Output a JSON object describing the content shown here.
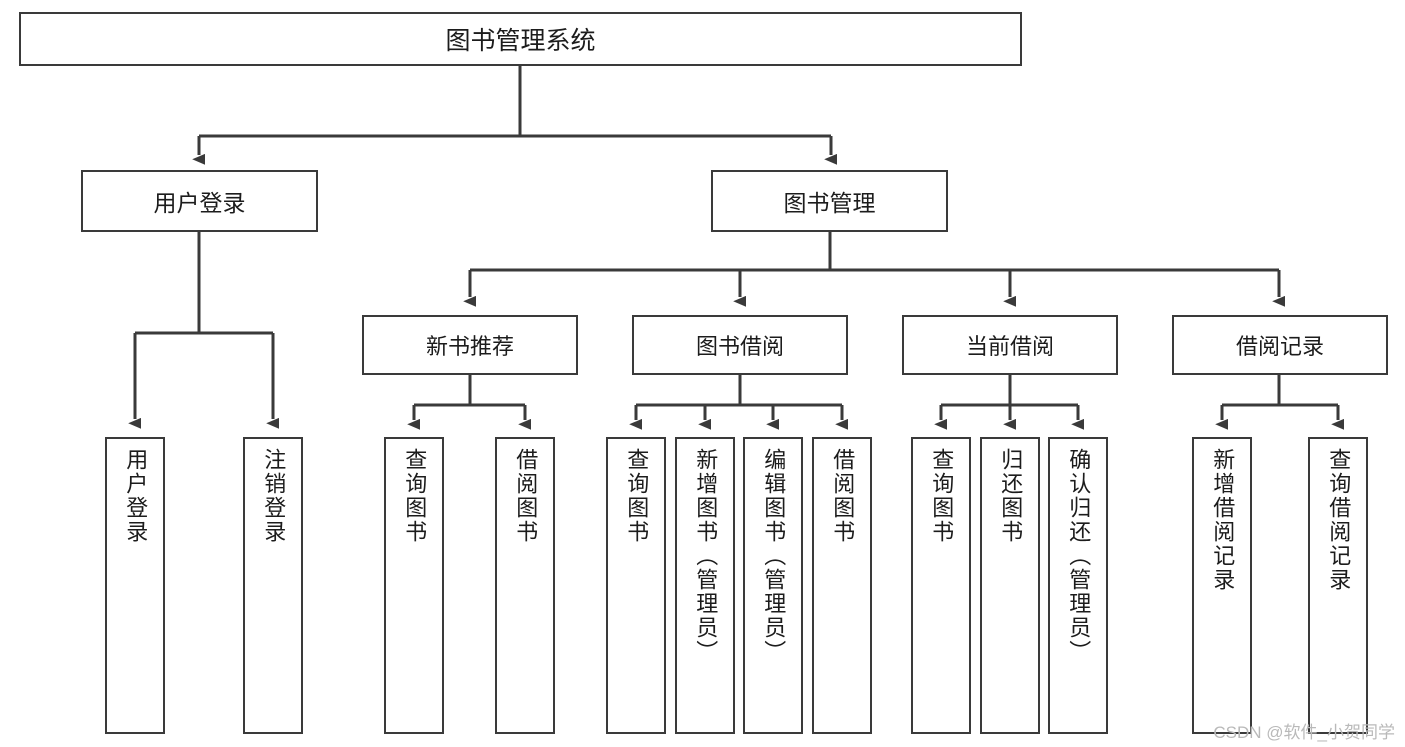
{
  "diagram": {
    "title": "图书管理系统",
    "type": "tree-hierarchy-chart",
    "root": {
      "label": "图书管理系统"
    },
    "level1": [
      {
        "label": "用户登录"
      },
      {
        "label": "图书管理"
      }
    ],
    "level2": [
      {
        "label": "新书推荐"
      },
      {
        "label": "图书借阅"
      },
      {
        "label": "当前借阅"
      },
      {
        "label": "借阅记录"
      }
    ],
    "leaves": [
      {
        "label": "用户登录"
      },
      {
        "label": "注销登录"
      },
      {
        "label": "查询图书"
      },
      {
        "label": "借阅图书"
      },
      {
        "label": "查询图书"
      },
      {
        "label": "新增图书（管理员）"
      },
      {
        "label": "编辑图书（管理员）"
      },
      {
        "label": "借阅图书"
      },
      {
        "label": "查询图书"
      },
      {
        "label": "归还图书"
      },
      {
        "label": "确认归还（管理员）"
      },
      {
        "label": "新增借阅记录"
      },
      {
        "label": "查询借阅记录"
      }
    ]
  },
  "watermark": {
    "text": "CSDN @软件_小贺同学"
  },
  "colors": {
    "stroke": "#3a3a3a",
    "background": "#ffffff",
    "text": "#1c1c1c",
    "watermark": "#b9b9b9"
  }
}
